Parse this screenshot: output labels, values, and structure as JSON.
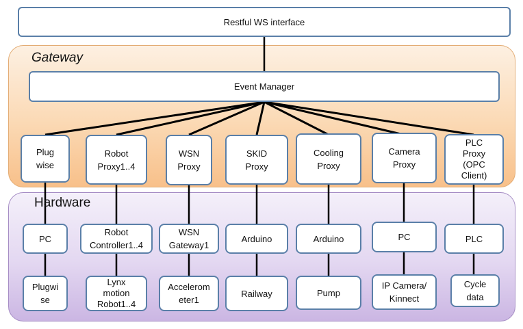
{
  "top_interface": "Restful WS interface",
  "gateway": {
    "label": "Gateway",
    "event_manager": "Event Manager",
    "proxies": [
      "Plug\nwise",
      "Robot\nProxy1..4",
      "WSN\nProxy",
      "SKID\nProxy",
      "Cooling\nProxy",
      "Camera\nProxy",
      "PLC\nProxy\n(OPC\nClient)"
    ]
  },
  "hardware": {
    "label": "Hardware",
    "controllers": [
      "PC",
      "Robot\nController1..4",
      "WSN\nGateway1",
      "Arduino",
      "Arduino",
      "PC",
      "PLC"
    ],
    "devices": [
      "Plugwi\nse",
      "Lynx\nmotion\nRobot1..4",
      "Accelerom\neter1",
      "Railway",
      "Pump",
      "IP Camera/\nKinnect",
      "Cycle\ndata"
    ]
  },
  "colors": {
    "box_border": "#5a7fa8",
    "gateway_fill": "#fbd9b4",
    "hardware_fill": "#e3d7f1",
    "wire": "#000000"
  }
}
